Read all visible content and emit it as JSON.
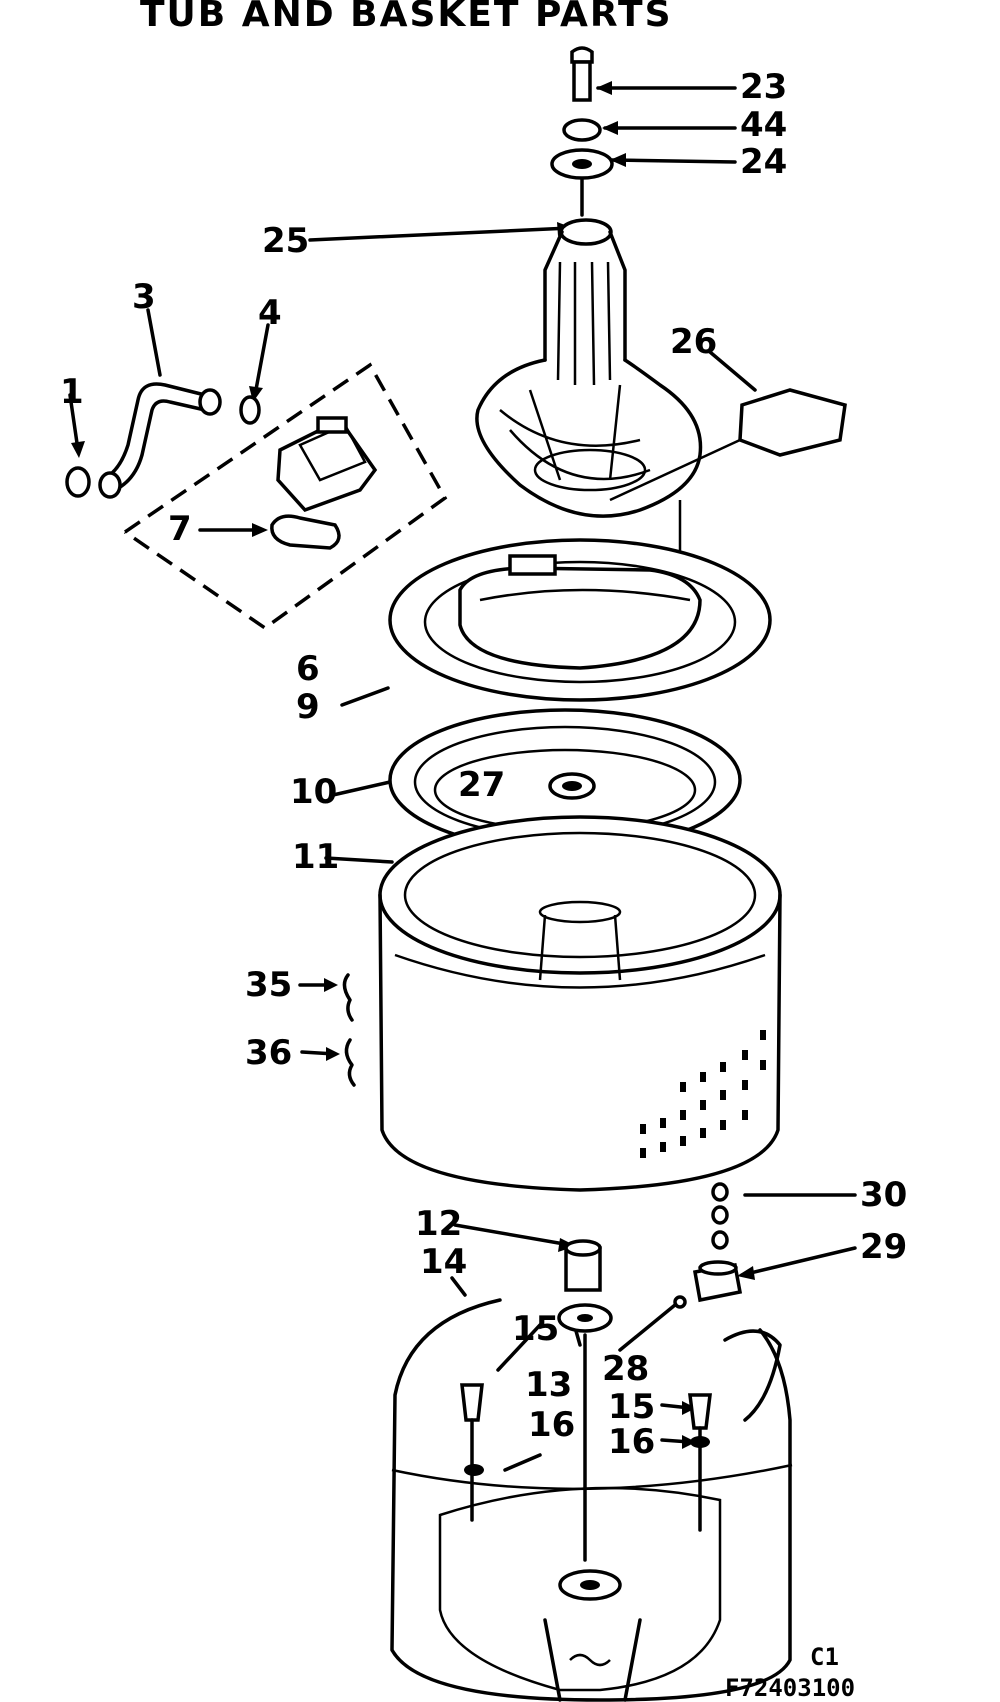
{
  "title": "TUB AND BASKET PARTS",
  "parts": {
    "p1": "1",
    "p3": "3",
    "p4": "4",
    "p6": "6",
    "p7": "7",
    "p9": "9",
    "p10": "10",
    "p11": "11",
    "p12": "12",
    "p13": "13",
    "p14": "14",
    "p15a": "15",
    "p15b": "15",
    "p16a": "16",
    "p16b": "16",
    "p23": "23",
    "p24": "24",
    "p25": "25",
    "p26": "26",
    "p27": "27",
    "p28": "28",
    "p29": "29",
    "p30": "30",
    "p35": "35",
    "p36": "36",
    "p44": "44"
  },
  "footer": {
    "c1": "C1",
    "code": "F72403100"
  }
}
